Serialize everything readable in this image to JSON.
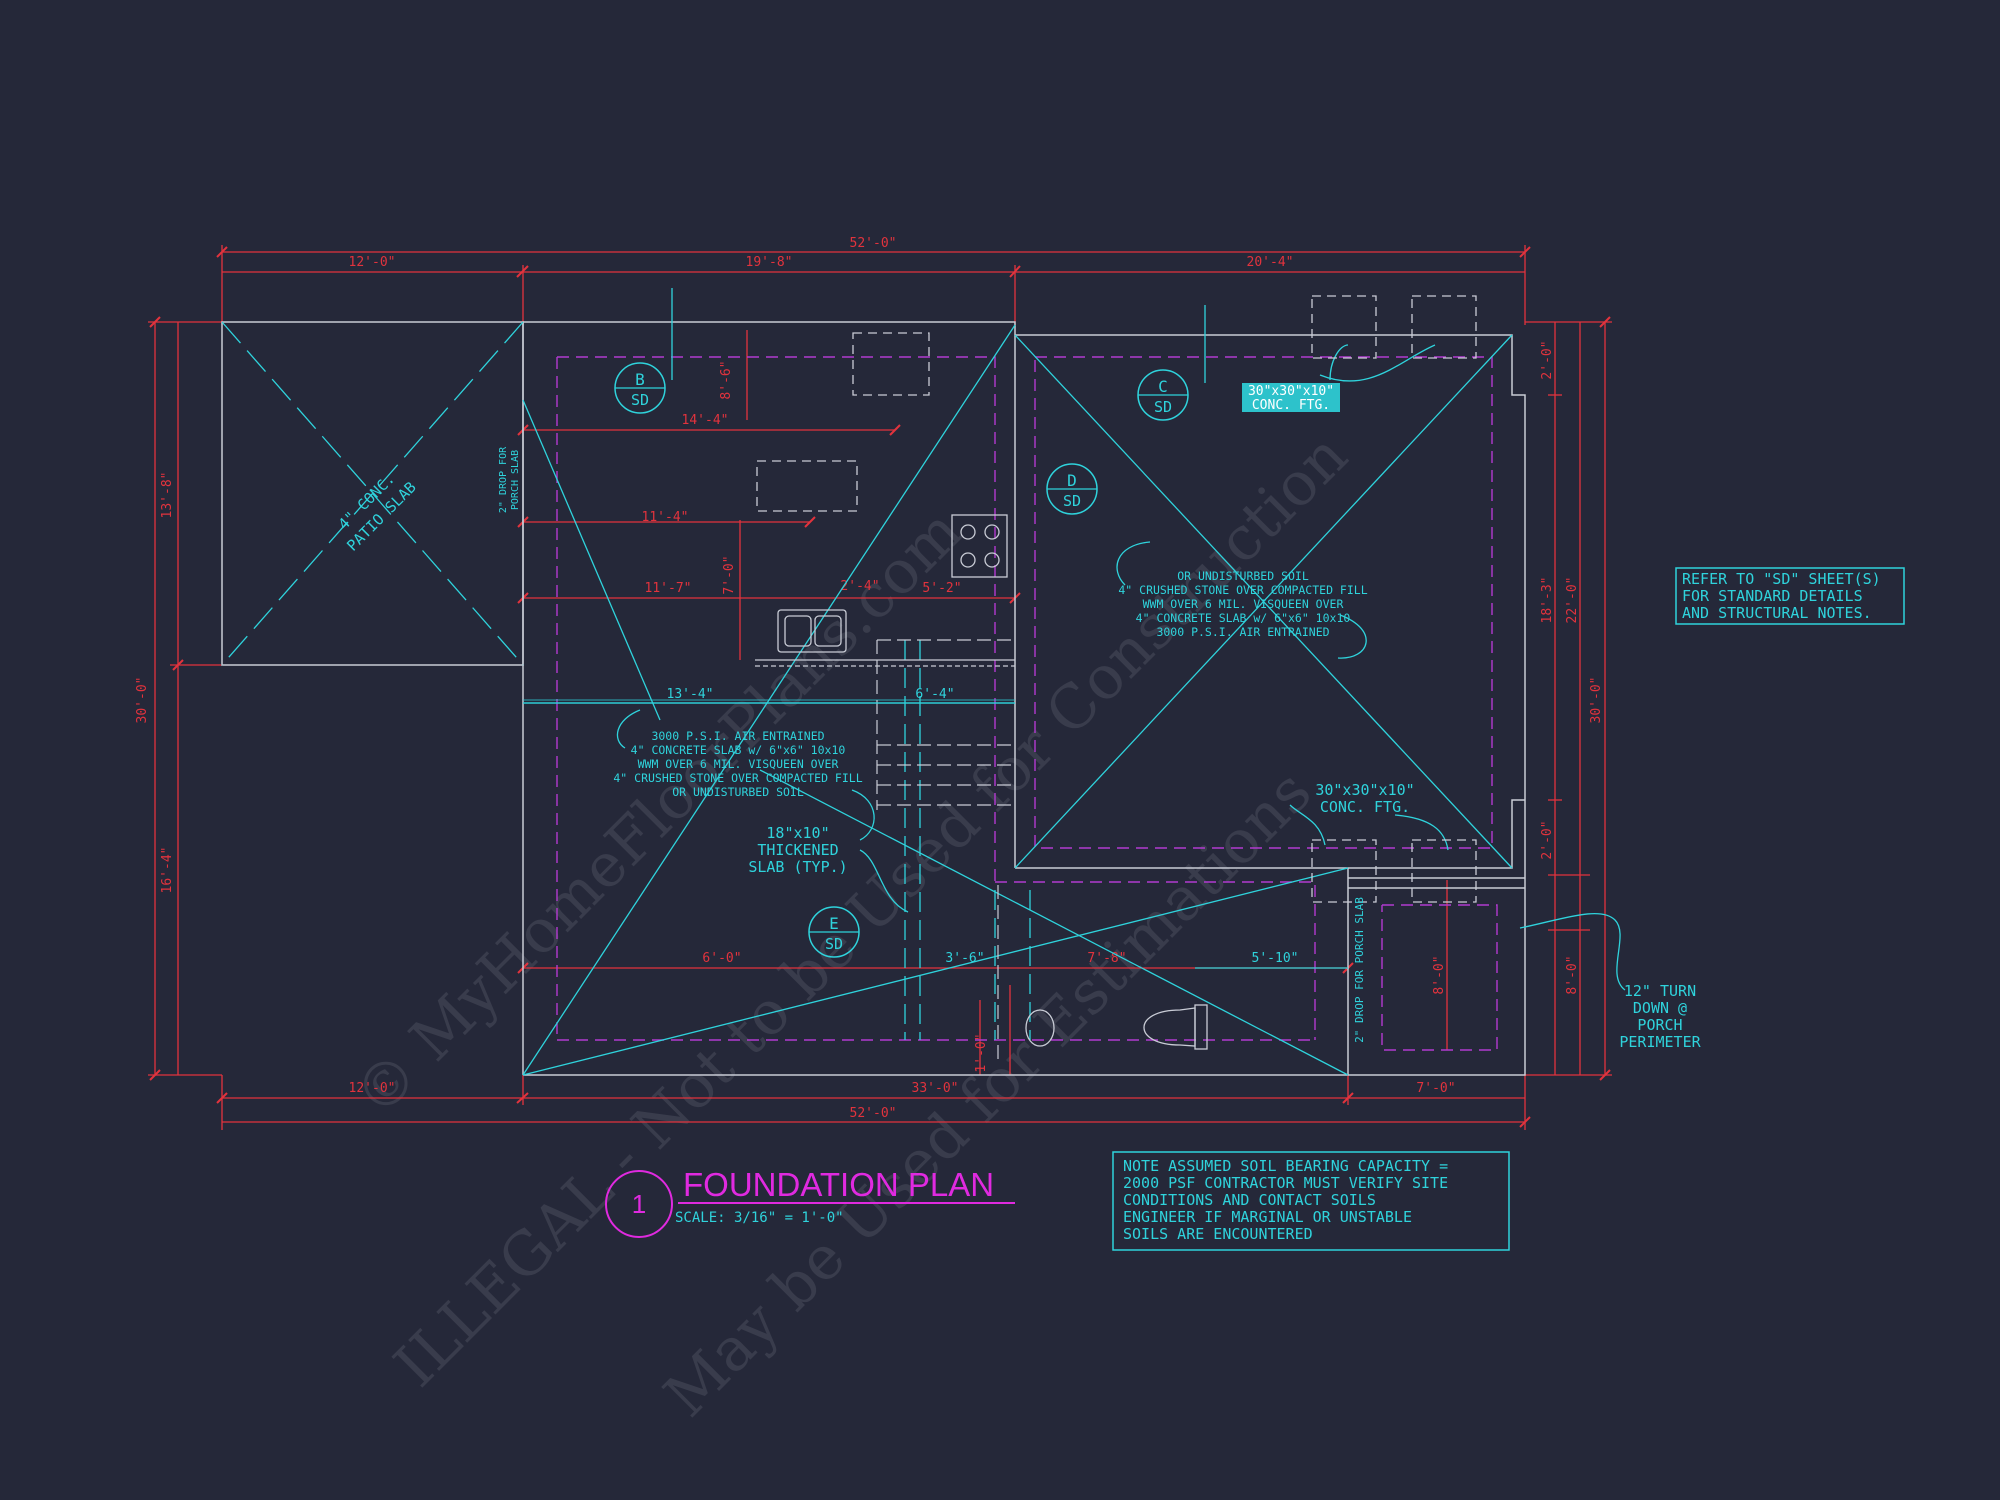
{
  "overall_dims": {
    "top": "52'-0\"",
    "bottom": "52'-0\"",
    "left": "30'-0\"",
    "right": "30'-0\""
  },
  "top_segments": [
    "12'-0\"",
    "19'-8\"",
    "20'-4\""
  ],
  "bottom_segments": [
    "12'-0\"",
    "33'-0\"",
    "7'-0\""
  ],
  "left_segments": [
    "13'-8\"",
    "16'-4\""
  ],
  "right_segments": [
    "2'-0\"",
    "18'-3\"",
    "22'-0\"",
    "2'-0\"",
    "8'-0\""
  ],
  "interior_dims": {
    "d_14_4": "14'-4\"",
    "d_11_4": "11'-4\"",
    "d_11_7": "11'-7\"",
    "d_2_4": "2'-4\"",
    "d_5_2": "5'-2\"",
    "d_8_6": "8'-6\"",
    "d_7_0": "7'-0\"",
    "d_13_4": "13'-4\"",
    "d_6_4": "6'-4\"",
    "d_6_0": "6'-0\"",
    "d_3_6": "3'-6\"",
    "d_7_8": "7'-8\"",
    "d_5_10": "5'-10\"",
    "d_8_0": "8'-0\"",
    "d_1_0": "1'-0\""
  },
  "section_tags": [
    {
      "letter": "B",
      "sheet": "SD"
    },
    {
      "letter": "C",
      "sheet": "SD"
    },
    {
      "letter": "D",
      "sheet": "SD"
    },
    {
      "letter": "E",
      "sheet": "SD"
    }
  ],
  "labels": {
    "patio": [
      "4\" CONC.",
      "PATIO SLAB"
    ],
    "porch_drop_left": [
      "2\" DROP FOR",
      "PORCH SLAB"
    ],
    "porch_drop_right": "2\" DROP FOR PORCH SLAB",
    "footing_top": [
      "30\"x30\"x10\"",
      "CONC. FTG."
    ],
    "footing_bottom": [
      "30\"x30\"x10\"",
      "CONC. FTG."
    ],
    "slab_note_right": [
      "OR UNDISTURBED SOIL",
      "4\" CRUSHED STONE OVER COMPACTED FILL",
      "WWM OVER 6 MIL. VISQUEEN OVER",
      "4\" CONCRETE SLAB w/ 6\"x6\" 10x10",
      "3000 P.S.I. AIR ENTRAINED"
    ],
    "slab_note_left": [
      "3000 P.S.I. AIR ENTRAINED",
      "4\" CONCRETE SLAB w/ 6\"x6\" 10x10",
      "WWM OVER 6 MIL. VISQUEEN OVER",
      "4\" CRUSHED STONE OVER COMPACTED FILL",
      "OR UNDISTURBED SOIL"
    ],
    "thickened": [
      "18\"x10\"",
      "THICKENED",
      "SLAB (TYP.)"
    ],
    "turndown": [
      "12\" TURN",
      "DOWN @",
      "PORCH",
      "PERIMETER"
    ],
    "refer_note": [
      "REFER TO \"SD\" SHEET(S)",
      "FOR STANDARD DETAILS",
      "AND STRUCTURAL NOTES."
    ],
    "soil_note": [
      "NOTE ASSUMED SOIL BEARING CAPACITY =",
      "2000 PSF CONTRACTOR MUST VERIFY SITE",
      "CONDITIONS AND CONTACT SOILS",
      "ENGINEER IF MARGINAL OR UNSTABLE",
      "SOILS ARE ENCOUNTERED"
    ]
  },
  "title_block": {
    "number": "1",
    "title": "FOUNDATION PLAN",
    "scale": "SCALE: 3/16\" = 1'-0\""
  },
  "watermark": [
    "© MyHomeFloorPlans.com",
    "ILLEGAL - Not to be Used for Construction",
    "May be Used for Estimations"
  ],
  "colors": {
    "background": "#252839",
    "walls": "#c9ccd6",
    "dimension": "#e2333d",
    "annotation": "#2fd3dc",
    "footprint": "#b23ad0",
    "title": "#e02ae0"
  }
}
